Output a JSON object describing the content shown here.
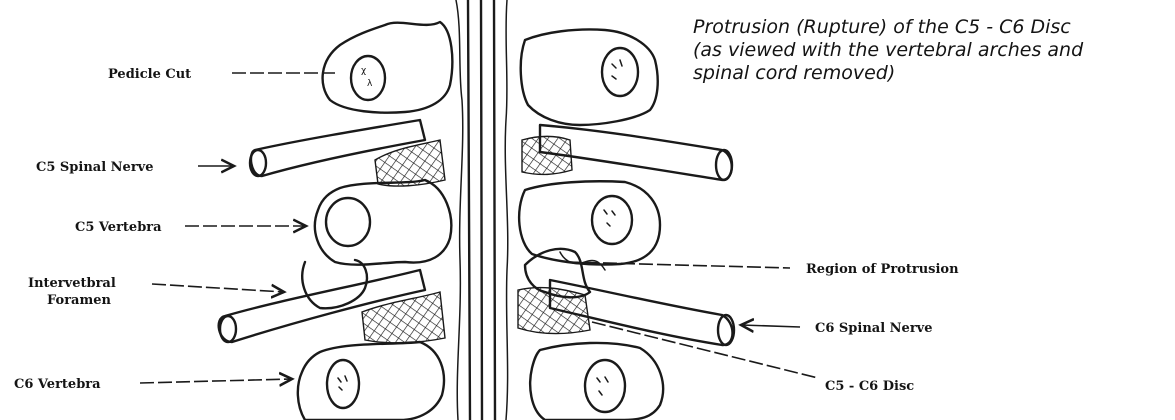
{
  "title": {
    "line1": "Protrusion (Rupture) of the C5 - C6 Disc",
    "line2": "(as viewed with the vertebral arches and",
    "line3": "spinal cord removed)"
  },
  "labels": {
    "pedicle_cut": "Pedicle Cut",
    "c5_spinal_nerve": "C5 Spinal Nerve",
    "c5_vertebra": "C5 Vertebra",
    "intervertebral_foramen_line1": "Intervetbral",
    "intervertebral_foramen_line2": "Foramen",
    "c6_vertebra": "C6 Vertebra",
    "region_of_protrusion": "Region of Protrusion",
    "c6_spinal_nerve": "C6 Spinal Nerve",
    "c5_c6_disc": "C5 - C6 Disc"
  },
  "colors": {
    "ink": "#1a1a1a",
    "paper": "#ffffff"
  }
}
